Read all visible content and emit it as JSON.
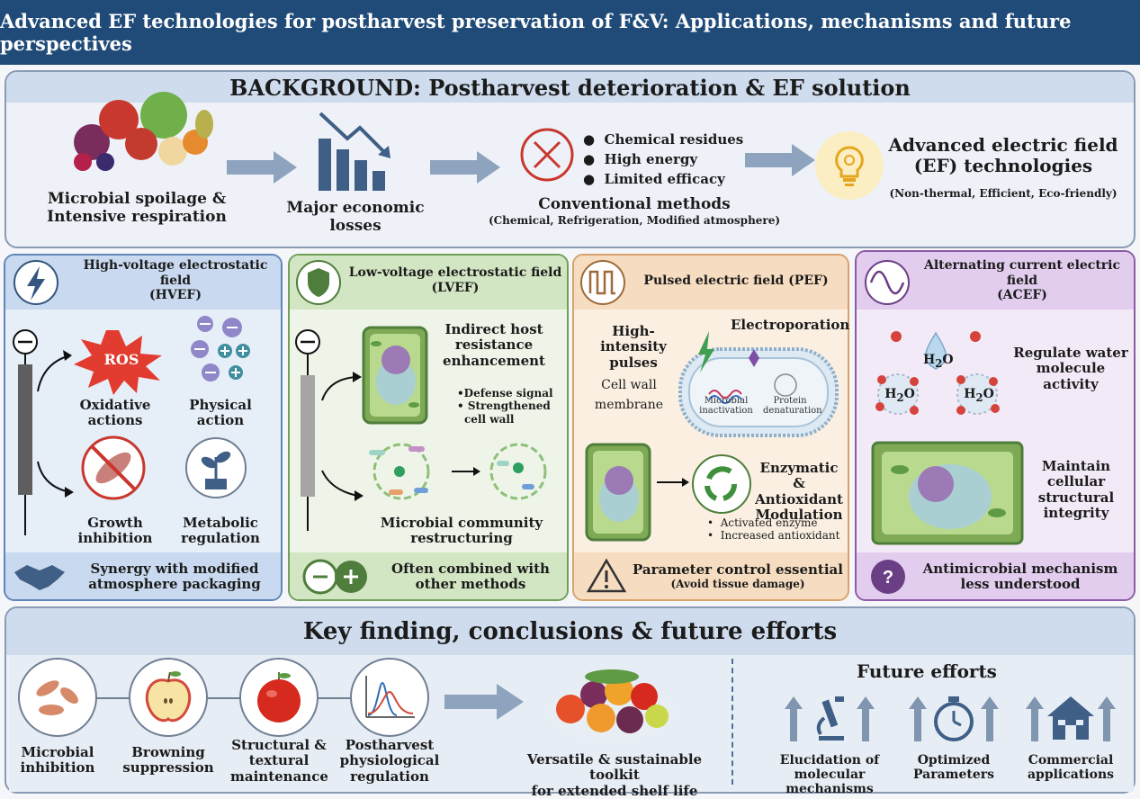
{
  "title": "Advanced EF technologies for postharvest preservation of F&V: Applications, mechanisms and future perspectives",
  "background": {
    "heading": "BACKGROUND: Postharvest deterioration & EF solution",
    "steps": [
      {
        "label_line1": "Microbial spoilage &",
        "label_line2": "Intensive respiration",
        "icon": "produce-icon"
      },
      {
        "label_line1": "Major economic",
        "label_line2": "losses",
        "icon": "declining-chart-icon"
      },
      {
        "label": "Conventional methods",
        "sub": "(Chemical, Refrigeration, Modified atmosphere)",
        "icon": "prohibited-icon",
        "bullets": [
          "Chemical residues",
          "High energy",
          "Limited efficacy"
        ]
      },
      {
        "label_line1": "Advanced electric field",
        "label_line2": "(EF) technologies",
        "sub": "(Non-thermal, Efficient, Eco-friendly)",
        "icon": "lightbulb-icon"
      }
    ]
  },
  "cards": {
    "hvef": {
      "title_line1": "High-voltage electrostatic field",
      "title_line2": "(HVEF)",
      "ros": "ROS",
      "items": [
        {
          "l1": "Oxidative",
          "l2": "actions"
        },
        {
          "l1": "Physical",
          "l2": "action"
        },
        {
          "l1": "Growth",
          "l2": "inhibition"
        },
        {
          "l1": "Metabolic",
          "l2": "regulation"
        }
      ],
      "footer_line1": "Synergy with modified",
      "footer_line2": "atmosphere packaging",
      "colors": {
        "border": "#5f86b6",
        "bg": "#e6eef8",
        "head": "#c9d9ef"
      }
    },
    "lvef": {
      "title_line1": "Low-voltage electrostatic field",
      "title_line2": "(LVEF)",
      "host_l1": "Indirect host",
      "host_l2": "resistance",
      "host_l3": "enhancement",
      "bullet1": "•Defense signal",
      "bullet2": "• Strengthened",
      "bullet3": "cell wall",
      "micro_l1": "Microbial community",
      "micro_l2": "restructuring",
      "footer_line1": "Often combined with",
      "footer_line2": "other methods",
      "colors": {
        "border": "#6f9f58",
        "bg": "#eef5e8",
        "head": "#d2e6c3"
      }
    },
    "pef": {
      "title": "Pulsed electric field (PEF)",
      "pulses_l1": "High-intensity",
      "pulses_l2": "pulses",
      "cellwall_l1": "Cell wall",
      "cellwall_l2": "membrane",
      "electroporation": "Electroporation",
      "microbial_l1": "Microbial",
      "microbial_l2": "inactivation",
      "protein_l1": "Protein",
      "protein_l2": "denaturation",
      "enzyme_l1": "Enzymatic &",
      "enzyme_l2": "Antioxidant",
      "enzyme_l3": "Modulation",
      "bullet1": "Activated enzyme",
      "bullet2": "Increased antioxidant",
      "footer": "Parameter control essential",
      "footer_sub": "(Avoid tissue damage)",
      "colors": {
        "border": "#d9a26a",
        "bg": "#fbefe2",
        "head": "#f6dcc0"
      }
    },
    "acef": {
      "title_line1": "Alternating current electric field",
      "title_line2": "(ACEF)",
      "water_l1": "Regulate water",
      "water_l2": "molecule activity",
      "h2o": "H",
      "h2o_sub": "2",
      "h2o_end": "O",
      "integrity_l1": "Maintain",
      "integrity_l2": "cellular",
      "integrity_l3": "structural",
      "integrity_l4": "integrity",
      "footer_line1": "Antimicrobial mechanism",
      "footer_line2": "less understood",
      "colors": {
        "border": "#8d5aa6",
        "bg": "#f3eaf7",
        "head": "#e2cdee"
      }
    }
  },
  "key_findings": {
    "heading": "Key finding, conclusions & future efforts",
    "items": [
      {
        "l1": "Microbial",
        "l2": "inhibition",
        "l3": "",
        "icon": "bacteria-icon"
      },
      {
        "l1": "Browning",
        "l2": "suppression",
        "l3": "",
        "icon": "apple-half-icon"
      },
      {
        "l1": "Structural &",
        "l2": "textural",
        "l3": "maintenance",
        "icon": "tomato-icon"
      },
      {
        "l1": "Postharvest",
        "l2": "physiological",
        "l3": "regulation",
        "icon": "chromatogram-icon"
      }
    ],
    "toolkit_l1": "Versatile & sustainable toolkit",
    "toolkit_l2": "for extended shelf life",
    "future": {
      "heading": "Future efforts",
      "items": [
        {
          "l1": "Elucidation of",
          "l2": "molecular mechanisms",
          "icon": "microscope-icon"
        },
        {
          "l1": "Optimized",
          "l2": "Parameters",
          "icon": "stopwatch-icon"
        },
        {
          "l1": "Commercial",
          "l2": "applications",
          "icon": "house-icon"
        }
      ]
    }
  }
}
